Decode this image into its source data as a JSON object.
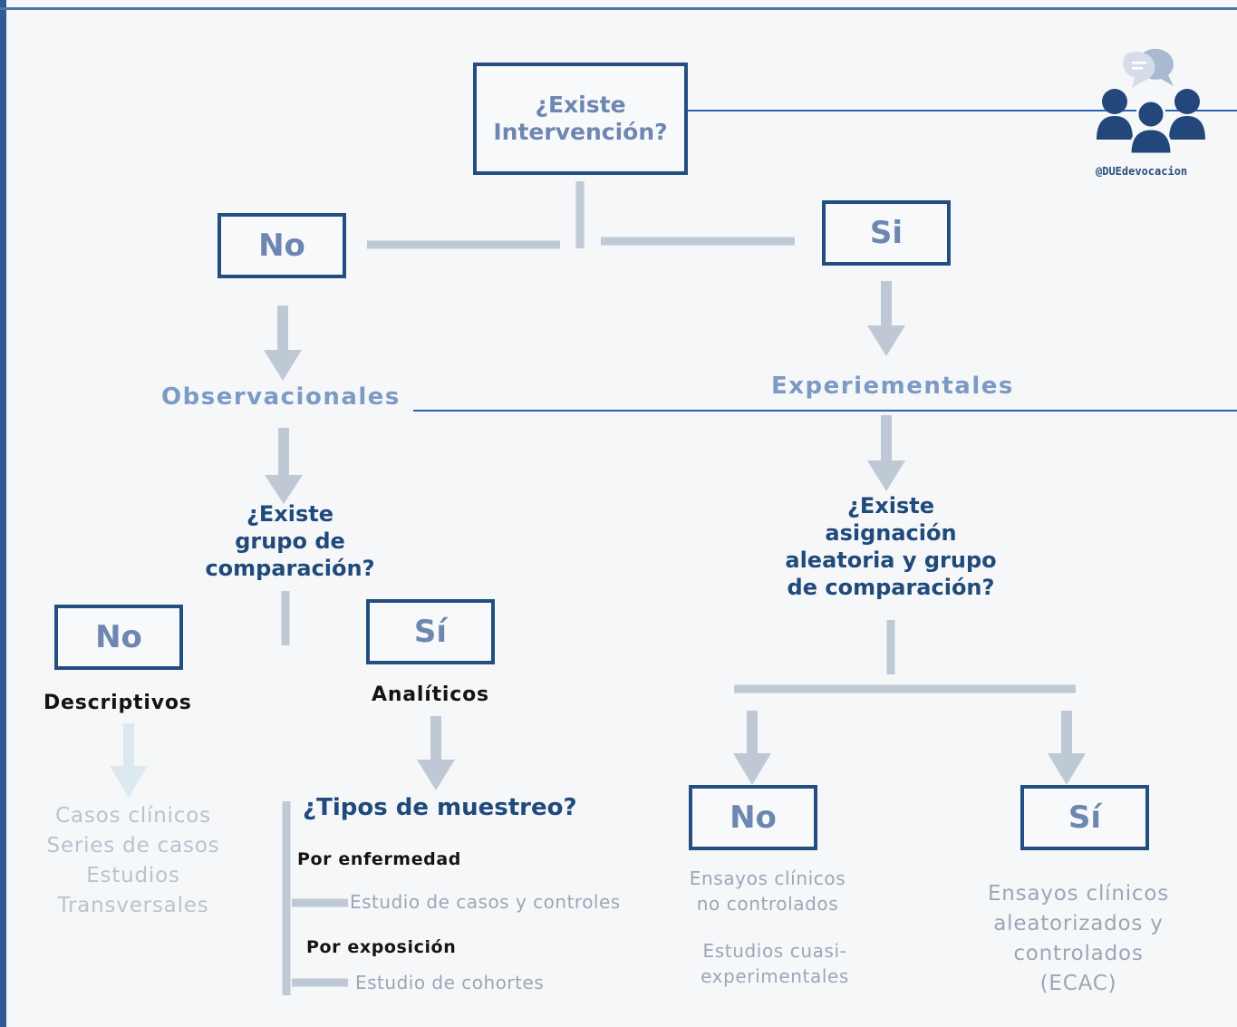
{
  "logo": {
    "handle": "@DUEdevocacion"
  },
  "root": {
    "question_line1": "¿Existe",
    "question_line2": "Intervención?"
  },
  "left": {
    "branch_label": "No",
    "heading": "Observacionales",
    "question_line1": "¿Existe",
    "question_line2": "grupo de",
    "question_line3": "comparación?",
    "no": {
      "label": "No",
      "category": "Descriptivos",
      "items": [
        "Casos clínicos",
        "Series de casos",
        "Estudios",
        "Transversales"
      ]
    },
    "yes": {
      "label": "Sí",
      "category": "Analíticos",
      "sampling_question": "¿Tipos de muestreo?",
      "by_disease": "Por enfermedad",
      "by_disease_study": "Estudio de casos y controles",
      "by_exposure": "Por exposición",
      "by_exposure_study": "Estudio de cohortes"
    }
  },
  "right": {
    "branch_label": "Si",
    "heading": "Experiementales",
    "question_line1": "¿Existe",
    "question_line2": "asignación",
    "question_line3": "aleatoria y grupo",
    "question_line4": "de comparación?",
    "no": {
      "label": "No",
      "items_1": [
        "Ensayos clínicos",
        "no controlados"
      ],
      "items_2": [
        "Estudios cuasi-",
        "experimentales"
      ]
    },
    "yes": {
      "label": "Sí",
      "items": [
        "Ensayos clínicos",
        "aleatorizados y",
        "controlados",
        "(ECAC)"
      ]
    }
  },
  "colors": {
    "box_border": "#244d80",
    "connector": "#bfc9d6",
    "accent_line": "#2e62b0",
    "heading": "#7c9ac4",
    "question": "#1f4a7b"
  }
}
